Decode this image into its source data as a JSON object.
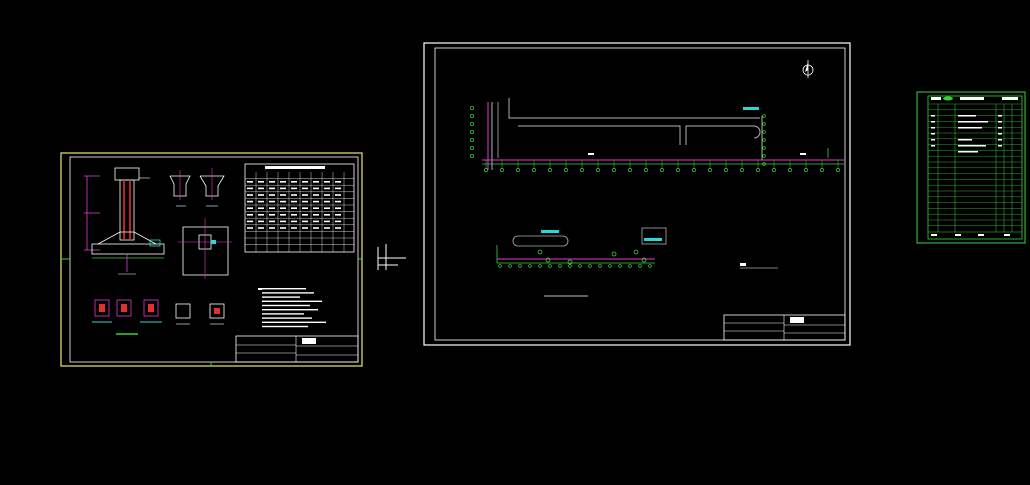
{
  "app": {
    "background": "#000000"
  },
  "colors": {
    "frame_yellow": "#e8e870",
    "frame_white": "#ffffff",
    "cad_green": "#3ad23a",
    "cad_magenta": "#e23ad2",
    "cad_red": "#e03030",
    "cad_cyan": "#28d8d8",
    "cad_grey": "#b0b0b0"
  },
  "sheets": [
    {
      "id": "sheet-1",
      "name": "foundation-detail-sheet",
      "border_color": "#e8e870"
    },
    {
      "id": "sheet-2",
      "name": "site-plan-sheet",
      "border_color": "#ffffff"
    },
    {
      "id": "sheet-3",
      "name": "drawing-index-sheet",
      "border_color": "#3ad23a"
    }
  ],
  "icons": {
    "north_arrow": "north-arrow-icon",
    "ucs": "ucs-crosshair-icon"
  }
}
